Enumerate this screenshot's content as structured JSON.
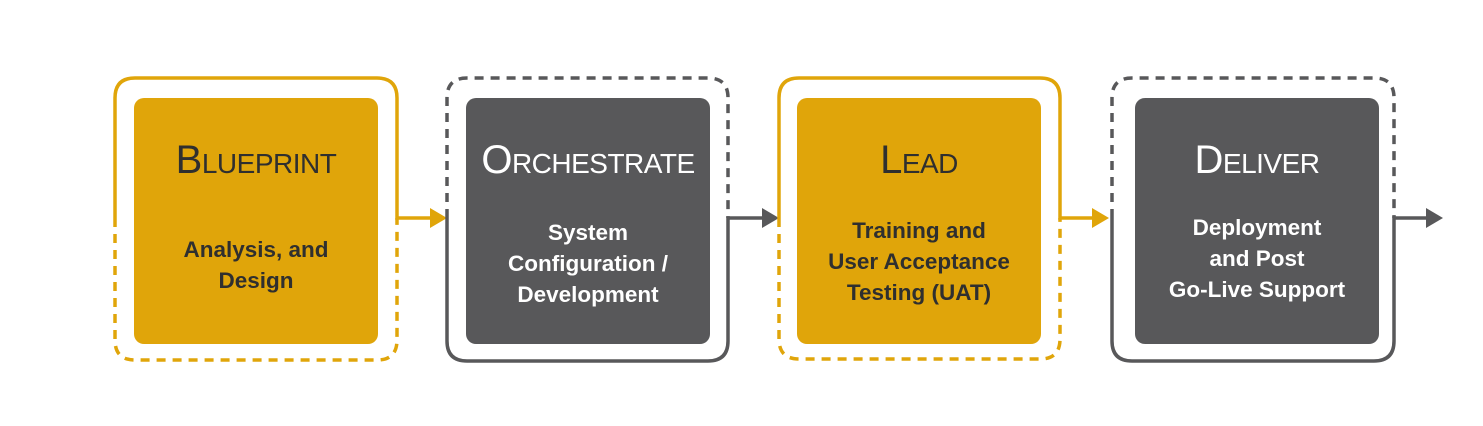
{
  "colors": {
    "gold": "#e0a50a",
    "gray": "#58585a",
    "dark_text": "#2f2f2f",
    "light_text": "#ffffff"
  },
  "stages": [
    {
      "title": "Blueprint",
      "description": "Analysis, and\nDesign",
      "style": "gold"
    },
    {
      "title": "Orchestrate",
      "description": "System\nConfiguration /\nDevelopment",
      "style": "gray"
    },
    {
      "title": "Lead",
      "description": "Training and\nUser Acceptance\nTesting (UAT)",
      "style": "gold"
    },
    {
      "title": "Deliver",
      "description": "Deployment\nand Post\nGo-Live Support",
      "style": "gray"
    }
  ]
}
